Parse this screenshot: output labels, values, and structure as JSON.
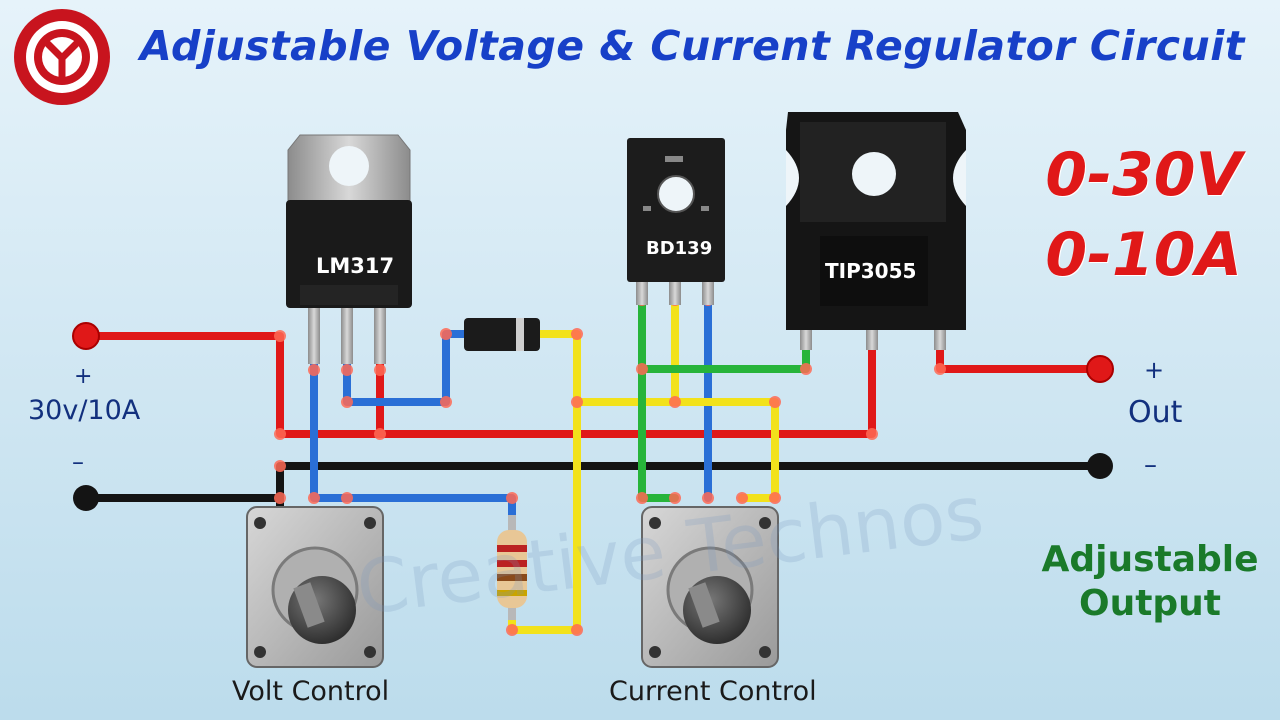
{
  "title": "Adjustable Voltage & Current Regulator Circuit",
  "specs": {
    "voltage": "0-30V",
    "current": "0-10A"
  },
  "input": {
    "plus": "+",
    "rating": "30v/10A",
    "minus": "–"
  },
  "output": {
    "plus": "+",
    "label": "Out",
    "minus": "–"
  },
  "adjustable": {
    "line1": "Adjustable",
    "line2": "Output"
  },
  "components": {
    "regulator": "LM317",
    "driver": "BD139",
    "power": "TIP3055"
  },
  "controls": {
    "volt": "Volt Control",
    "current": "Current Control"
  },
  "watermark": "Creative Technos",
  "colors": {
    "positive": "#e01818",
    "ground": "#141414",
    "blue": "#2a6fd6",
    "yellow": "#f2e21b",
    "green": "#27b43a",
    "title": "#1740c8"
  }
}
